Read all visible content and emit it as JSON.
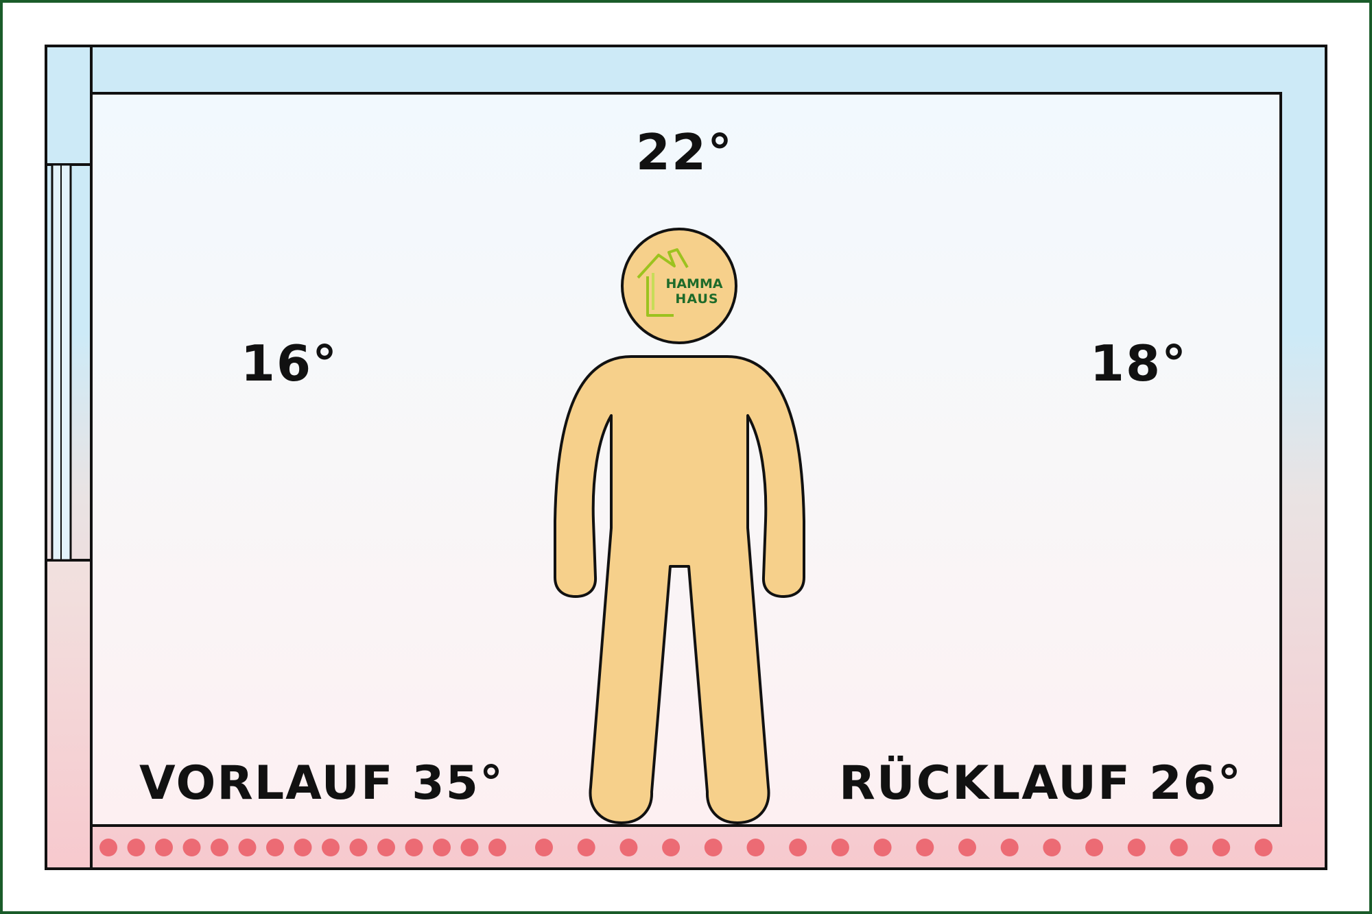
{
  "labels": {
    "ceiling_temp": "22°",
    "left_wall_temp": "16°",
    "right_wall_temp": "18°",
    "supply": "VORLAUF 35°",
    "return": "RÜCKLAUF 26°"
  },
  "logo": {
    "line1": "HAMMA",
    "line2": "HAUS",
    "text_color": "#1e6b2a",
    "roof_color": "#9cc21f",
    "icon": "house-icon"
  },
  "colors": {
    "frame_border": "#1a5c2a",
    "wall_cold": "#cdeaf7",
    "wall_warm": "#f7c9ce",
    "room_top": "#f2f9fe",
    "room_bottom": "#fdf0f2",
    "person_fill": "#f6d08b",
    "heating_dot": "#ec6b74"
  },
  "floor_heating": {
    "dense_dot_count": 15,
    "sparse_dot_count": 18
  }
}
